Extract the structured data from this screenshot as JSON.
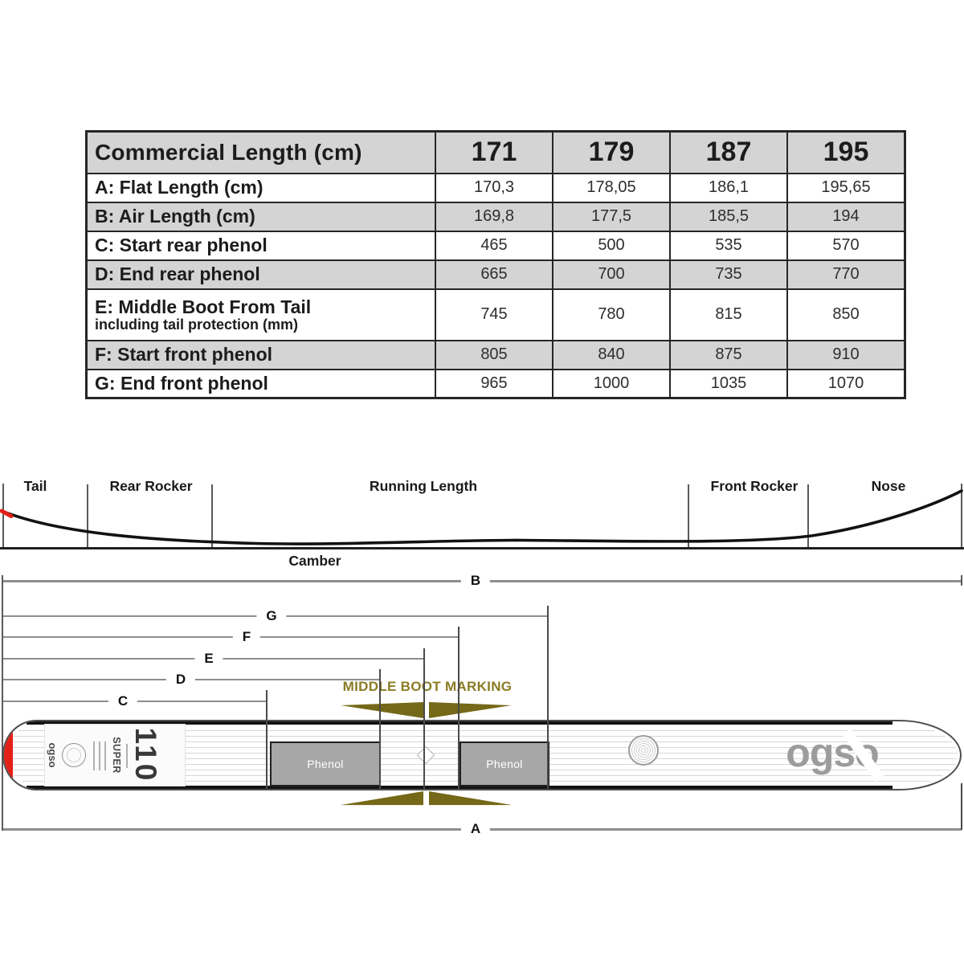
{
  "table": {
    "header": {
      "label": "Commercial Length (cm)",
      "values": [
        "171",
        "179",
        "187",
        "195"
      ]
    },
    "rows": [
      {
        "label": "A: Flat Length (cm)",
        "values": [
          "170,3",
          "178,05",
          "186,1",
          "195,65"
        ]
      },
      {
        "label": "B: Air Length (cm)",
        "values": [
          "169,8",
          "177,5",
          "185,5",
          "194"
        ]
      },
      {
        "label": "C: Start rear phenol",
        "values": [
          "465",
          "500",
          "535",
          "570"
        ]
      },
      {
        "label": "D: End rear phenol",
        "values": [
          "665",
          "700",
          "735",
          "770"
        ]
      },
      {
        "label": "E: Middle Boot From Tail",
        "sublabel": "including tail protection (mm)",
        "values": [
          "745",
          "780",
          "815",
          "850"
        ]
      },
      {
        "label": "F: Start front phenol",
        "values": [
          "805",
          "840",
          "875",
          "910"
        ]
      },
      {
        "label": "G: End front phenol",
        "values": [
          "965",
          "1000",
          "1035",
          "1070"
        ]
      }
    ]
  },
  "profile": {
    "labels": {
      "tail": "Tail",
      "rear_rocker": "Rear Rocker",
      "running_length": "Running Length",
      "front_rocker": "Front Rocker",
      "nose": "Nose",
      "camber": "Camber"
    }
  },
  "dimensions": {
    "a": "A",
    "b": "B",
    "c": "C",
    "d": "D",
    "e": "E",
    "f": "F",
    "g": "G",
    "middle_boot_marking": "MIDDLE BOOT MARKING"
  },
  "ski": {
    "phenol_label": "Phenol",
    "brand": "ogso",
    "tail_brand": "ogso",
    "model_number": "110",
    "model_name": "SUPER"
  },
  "colors": {
    "olive_accent": "#8a7c24",
    "olive_arrow": "#756818",
    "tip_red": "#e32119",
    "table_shade": "#d4d4d4"
  }
}
